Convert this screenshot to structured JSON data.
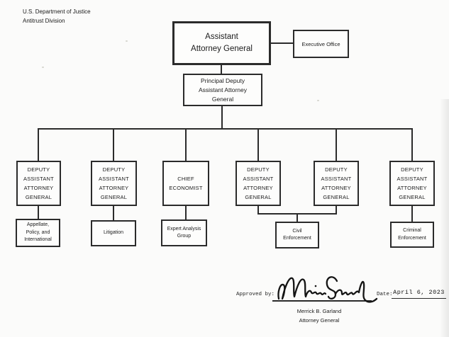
{
  "colors": {
    "ink": "#1c1c1c",
    "line": "#2b2b2b",
    "paper": "#fbfbfa"
  },
  "document": {
    "agency": "U.S. Department of Justice",
    "division": "Antitrust Division"
  },
  "org_chart": {
    "root": {
      "label": "Assistant\nAttorney General"
    },
    "staff_office": {
      "label": "Executive Office"
    },
    "principal_deputy": {
      "label": "Principal Deputy\nAssistant Attorney\nGeneral"
    },
    "branches": [
      {
        "label": "DEPUTY\nASSISTANT\nATTORNEY\nGENERAL"
      },
      {
        "label": "DEPUTY\nASSISTANT\nATTORNEY\nGENERAL"
      },
      {
        "label": "CHIEF\nECONOMIST"
      },
      {
        "label": "DEPUTY\nASSISTANT\nATTORNEY\nGENERAL"
      },
      {
        "label": "DEPUTY\nASSISTANT\nATTORNEY\nGENERAL"
      },
      {
        "label": "DEPUTY\nASSISTANT\nATTORNEY\nGENERAL"
      }
    ],
    "units": [
      {
        "label": "Appellate,\nPolicy, and\nInternational",
        "reports_to": [
          0
        ]
      },
      {
        "label": "Litigation",
        "reports_to": [
          1
        ]
      },
      {
        "label": "Expert Analysis\nGroup",
        "reports_to": [
          2
        ]
      },
      {
        "label": "Civil\nEnforcement",
        "reports_to": [
          3,
          4
        ]
      },
      {
        "label": "Criminal\nEnforcement",
        "reports_to": [
          5
        ]
      }
    ]
  },
  "approval": {
    "approved_by_label": "Approved by:",
    "signature": "Merrick Garland",
    "date_label": "Date:",
    "date_value": "April 6, 2023",
    "signatory_name": "Merrick B. Garland",
    "signatory_title": "Attorney General"
  }
}
